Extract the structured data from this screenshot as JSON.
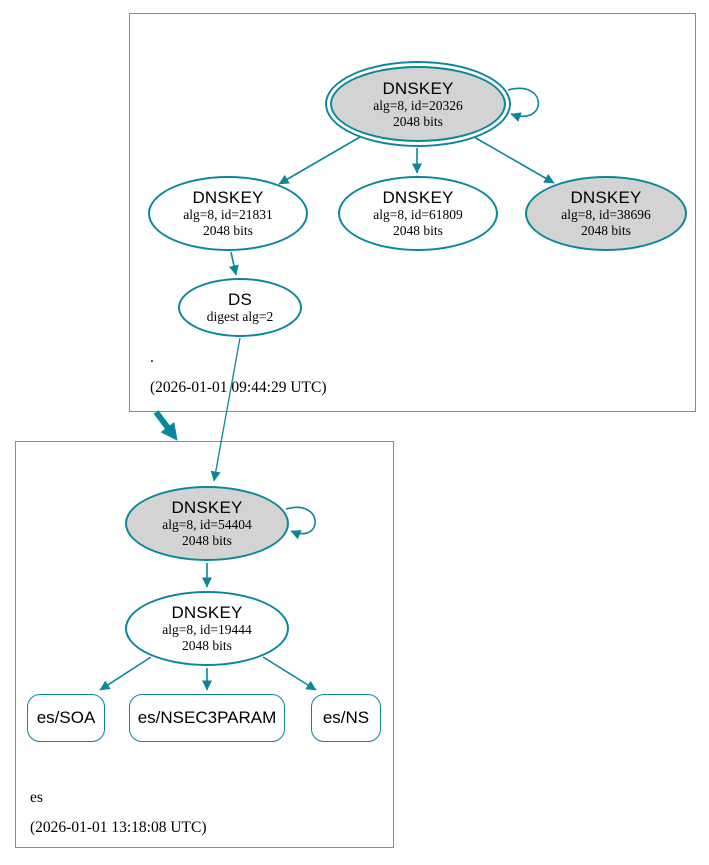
{
  "colors": {
    "edge": "#0a879a",
    "node_fill_gray": "#d3d3d3",
    "box_border": "#8b8b8b"
  },
  "zones": [
    {
      "name": ".",
      "timestamp": "(2026-01-01 09:44:29 UTC)"
    },
    {
      "name": "es",
      "timestamp": "(2026-01-01 13:18:08 UTC)"
    }
  ],
  "nodes": {
    "root_ksk": {
      "title": "DNSKEY",
      "alg": "alg=8, id=20326",
      "bits": "2048 bits"
    },
    "root_zsk_21831": {
      "title": "DNSKEY",
      "alg": "alg=8, id=21831",
      "bits": "2048 bits"
    },
    "root_zsk_61809": {
      "title": "DNSKEY",
      "alg": "alg=8, id=61809",
      "bits": "2048 bits"
    },
    "root_key_38696": {
      "title": "DNSKEY",
      "alg": "alg=8, id=38696",
      "bits": "2048 bits"
    },
    "root_ds": {
      "title": "DS",
      "detail": "digest alg=2"
    },
    "es_ksk": {
      "title": "DNSKEY",
      "alg": "alg=8, id=54404",
      "bits": "2048 bits"
    },
    "es_zsk": {
      "title": "DNSKEY",
      "alg": "alg=8, id=19444",
      "bits": "2048 bits"
    },
    "es_soa": {
      "label": "es/SOA"
    },
    "es_nsec3param": {
      "label": "es/NSEC3PARAM"
    },
    "es_ns": {
      "label": "es/NS"
    }
  },
  "edges": [
    {
      "from": "root_ksk",
      "to": "root_ksk",
      "type": "self-sign"
    },
    {
      "from": "root_ksk",
      "to": "root_zsk_21831",
      "type": "sign"
    },
    {
      "from": "root_ksk",
      "to": "root_zsk_61809",
      "type": "sign"
    },
    {
      "from": "root_ksk",
      "to": "root_key_38696",
      "type": "sign"
    },
    {
      "from": "root_zsk_21831",
      "to": "root_ds",
      "type": "sign"
    },
    {
      "from": "root_ds",
      "to": "es_ksk",
      "type": "delegation-ds"
    },
    {
      "from": "root-zone",
      "to": "es-zone",
      "type": "delegation"
    },
    {
      "from": "es_ksk",
      "to": "es_ksk",
      "type": "self-sign"
    },
    {
      "from": "es_ksk",
      "to": "es_zsk",
      "type": "sign"
    },
    {
      "from": "es_zsk",
      "to": "es_soa",
      "type": "sign"
    },
    {
      "from": "es_zsk",
      "to": "es_nsec3param",
      "type": "sign"
    },
    {
      "from": "es_zsk",
      "to": "es_ns",
      "type": "sign"
    }
  ]
}
